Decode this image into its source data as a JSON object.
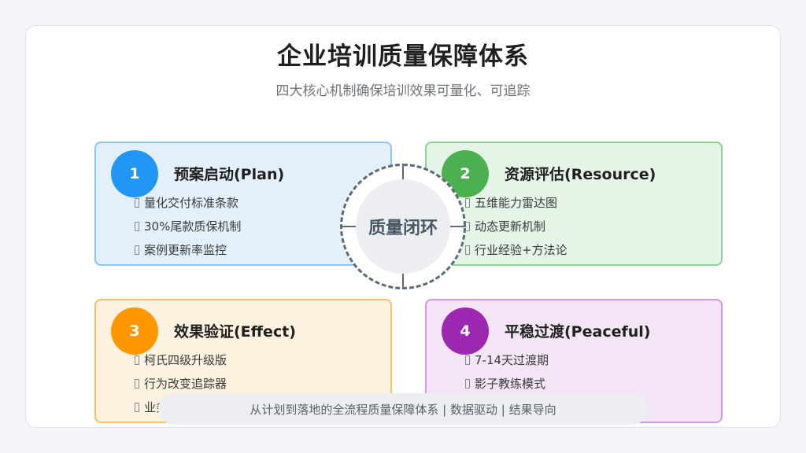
{
  "title": "企业培训质量保障体系",
  "subtitle": "四大核心机制确保培训效果可量化、可追踪",
  "center": {
    "label": "质量闭环"
  },
  "quadrants": [
    {
      "number": "1",
      "title": "预案启动(Plan)",
      "color": "#2196f3",
      "bg": "#e3f0fb",
      "border": "#90c4e8",
      "items": [
        "量化交付标准条款",
        "30%尾款质保机制",
        "案例更新率监控"
      ]
    },
    {
      "number": "2",
      "title": "资源评估(Resource)",
      "color": "#4caf50",
      "bg": "#e6f4e7",
      "border": "#8fd095",
      "items": [
        "五维能力雷达图",
        "动态更新机制",
        "行业经验+方法论"
      ]
    },
    {
      "number": "3",
      "title": "效果验证(Effect)",
      "color": "#ff9800",
      "bg": "#fdf1e0",
      "border": "#f0c36b",
      "items": [
        "柯氏四级升级版",
        "行为改变追踪器",
        "业务"
      ]
    },
    {
      "number": "4",
      "title": "平稳过渡(Peaceful)",
      "color": "#9c27b0",
      "bg": "#f3e5f5",
      "border": "#cf9ad8",
      "items": [
        "7-14天过渡期",
        "影子教练模式"
      ]
    }
  ],
  "footer": "从计划到落地的全流程质量保障体系 | 数据驱动 | 结果导向"
}
